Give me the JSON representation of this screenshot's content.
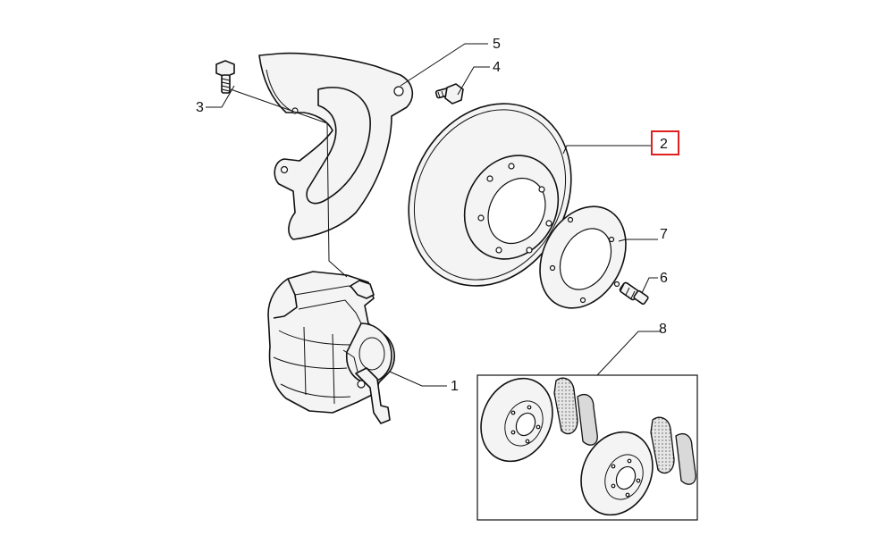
{
  "callouts": [
    {
      "id": "1",
      "label": "1"
    },
    {
      "id": "2",
      "label": "2",
      "highlighted": true
    },
    {
      "id": "3",
      "label": "3"
    },
    {
      "id": "4",
      "label": "4"
    },
    {
      "id": "5",
      "label": "5"
    },
    {
      "id": "6",
      "label": "6"
    },
    {
      "id": "7",
      "label": "7"
    },
    {
      "id": "8",
      "label": "8"
    }
  ],
  "colors": {
    "line": "#111111",
    "highlight": "#e0201f",
    "background": "#ffffff"
  }
}
